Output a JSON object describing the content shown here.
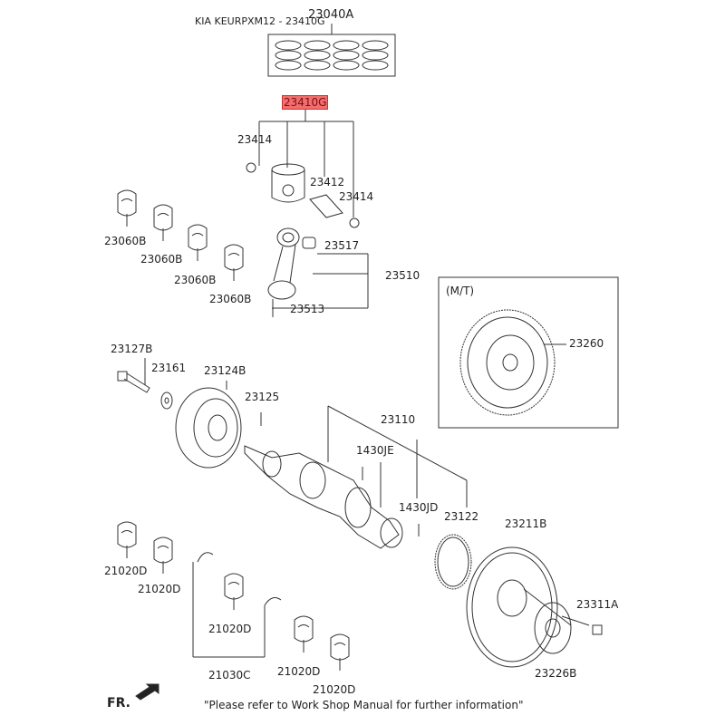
{
  "diagram": {
    "title": "KIA KEURPXM12 - 23410G",
    "highlight_color": "#f26d6d",
    "selected_part": "23410G",
    "labels": [
      "23040A",
      "23410G",
      "23414",
      "23412",
      "23414",
      "23060B",
      "23060B",
      "23060B",
      "23060B",
      "23517",
      "23510",
      "23513",
      "(M/T)",
      "23260",
      "23127B",
      "23161",
      "23124B",
      "23125",
      "23110",
      "1430JE",
      "1430JD",
      "23122",
      "23211B",
      "23311A",
      "23226B",
      "21020D",
      "21020D",
      "21020D",
      "21020D",
      "21020D",
      "21030C"
    ],
    "direction_label": "FR.",
    "note": "\"Please refer to Work Shop Manual for further information\""
  }
}
